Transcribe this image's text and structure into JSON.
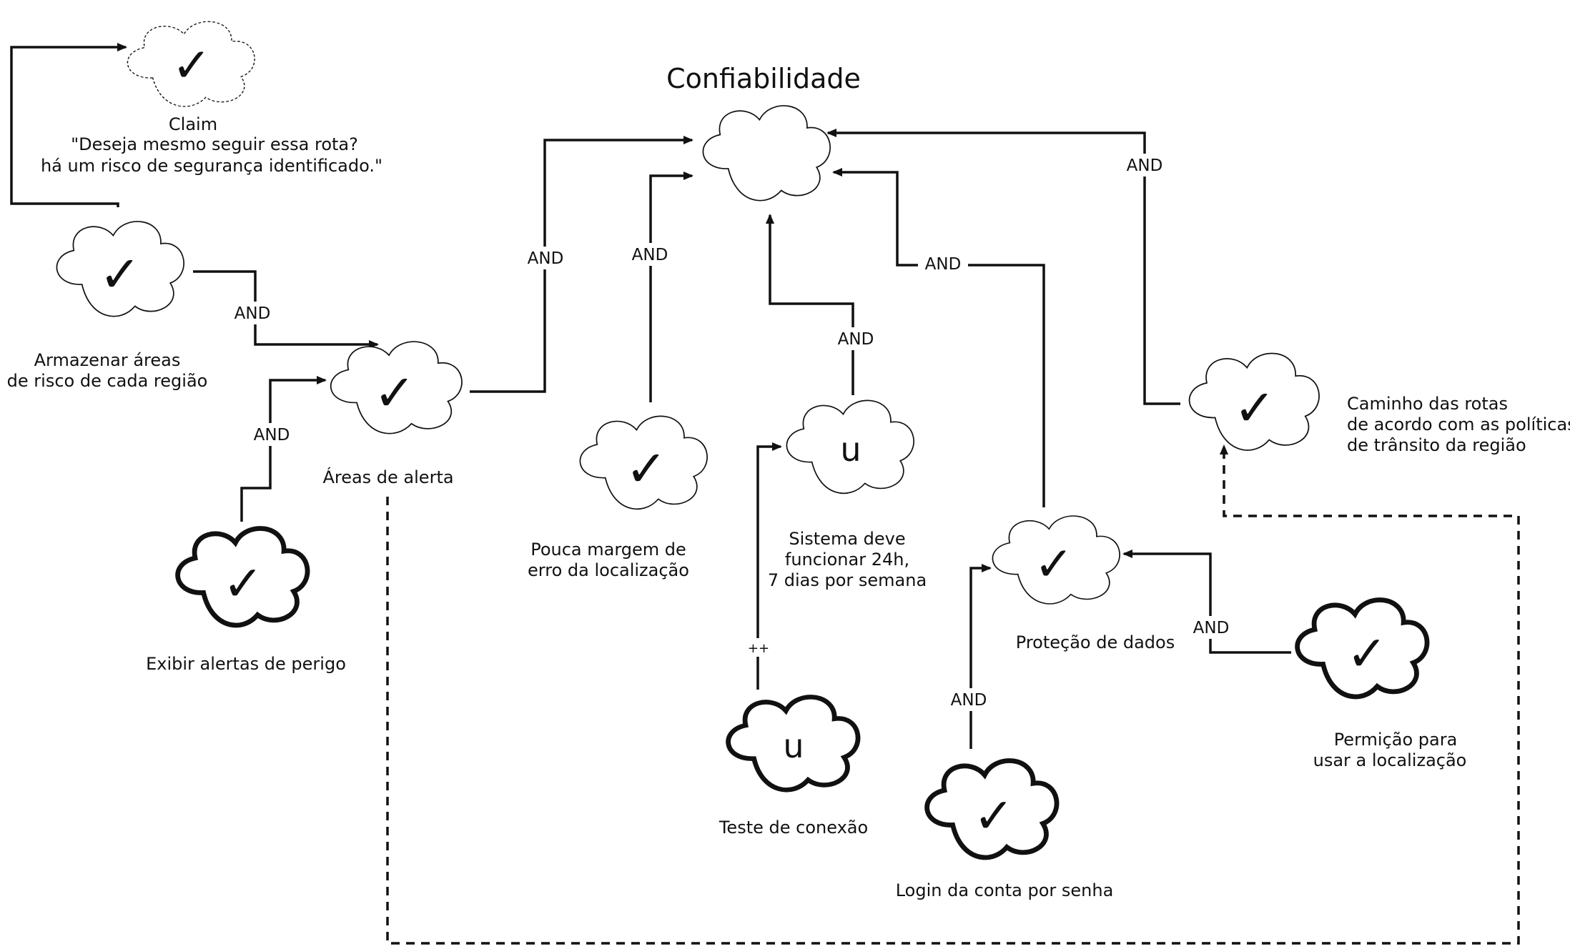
{
  "title": "Confiabilidade",
  "claim": {
    "heading": "Claim",
    "line1": "\"Deseja mesmo seguir essa rota?",
    "line2": "há um risco de segurança identificado.\"",
    "mark": "✓"
  },
  "goals": {
    "armazenar": {
      "line1": "Armazenar áreas",
      "line2": "de risco de cada região",
      "mark": "✓"
    },
    "areas_alerta": {
      "line1": "Áreas de alerta",
      "mark": "✓"
    },
    "exibir_alertas": {
      "line1": "Exibir alertas de perigo",
      "mark": "✓"
    },
    "pouca_margem": {
      "line1": "Pouca margem de",
      "line2": "erro da localização",
      "mark": "✓"
    },
    "sistema_24h": {
      "line1": "Sistema deve",
      "line2": "funcionar 24h,",
      "line3": "7 dias por semana",
      "mark": "u"
    },
    "teste_conexao": {
      "line1": "Teste de conexão",
      "mark": "u"
    },
    "protecao_dados": {
      "line1": "Proteção de dados",
      "mark": "✓"
    },
    "login_senha": {
      "line1": "Login da conta por senha",
      "mark": "✓"
    },
    "permicao": {
      "line1": "Permição para",
      "line2": "usar a localização",
      "mark": "✓"
    },
    "caminho_rotas": {
      "line1": "Caminho das rotas",
      "line2": "de acordo com as políticas",
      "line3": "de trânsito da região",
      "mark": "✓"
    }
  },
  "links": {
    "and_label": "AND",
    "help_label": "++"
  }
}
